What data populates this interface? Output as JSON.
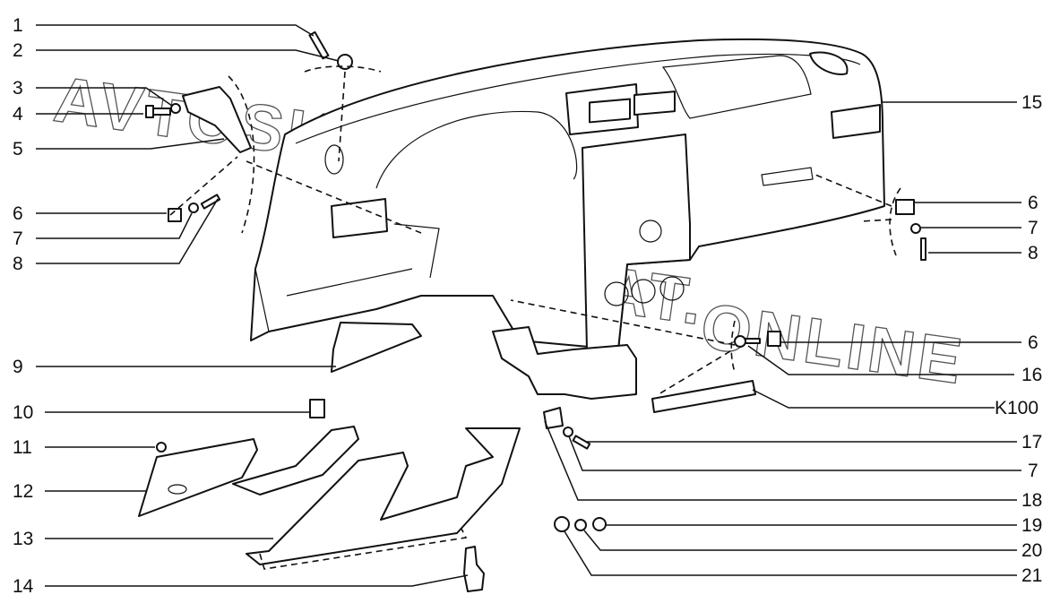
{
  "diagram": {
    "title": "Dashboard assembly exploded view",
    "watermark": "AVTOSKLIZKA.ACAT.ONLINE",
    "watermark_parts": [
      "AVTOSKLIZKA",
      ".ACAT.",
      "ONLINE"
    ],
    "callouts_left": [
      {
        "id": "1",
        "label": "1"
      },
      {
        "id": "2",
        "label": "2"
      },
      {
        "id": "3",
        "label": "3"
      },
      {
        "id": "4",
        "label": "4"
      },
      {
        "id": "5",
        "label": "5"
      },
      {
        "id": "6",
        "label": "6"
      },
      {
        "id": "7",
        "label": "7"
      },
      {
        "id": "8",
        "label": "8"
      },
      {
        "id": "9",
        "label": "9"
      },
      {
        "id": "10",
        "label": "10"
      },
      {
        "id": "11",
        "label": "11"
      },
      {
        "id": "12",
        "label": "12"
      },
      {
        "id": "13",
        "label": "13"
      },
      {
        "id": "14",
        "label": "14"
      }
    ],
    "callouts_right": [
      {
        "id": "15",
        "label": "15"
      },
      {
        "id": "6b",
        "label": "6"
      },
      {
        "id": "7b",
        "label": "7"
      },
      {
        "id": "8b",
        "label": "8"
      },
      {
        "id": "6c",
        "label": "6"
      },
      {
        "id": "16",
        "label": "16"
      },
      {
        "id": "K100",
        "label": "K100"
      },
      {
        "id": "17",
        "label": "17"
      },
      {
        "id": "7c",
        "label": "7"
      },
      {
        "id": "18",
        "label": "18"
      },
      {
        "id": "19",
        "label": "19"
      },
      {
        "id": "20",
        "label": "20"
      },
      {
        "id": "21",
        "label": "21"
      }
    ]
  }
}
